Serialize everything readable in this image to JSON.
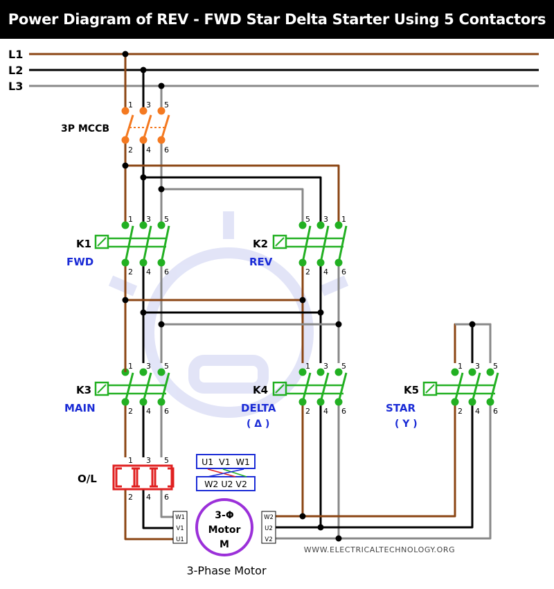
{
  "title": "Power Diagram of REV - FWD Star Delta Starter Using 5 Contactors",
  "lines": [
    "L1",
    "L2",
    "L3"
  ],
  "mccb_label": "3P MCCB",
  "contactors": [
    {
      "id": "K1",
      "name": "FWD"
    },
    {
      "id": "K2",
      "name": "REV"
    },
    {
      "id": "K3",
      "name": "MAIN"
    },
    {
      "id": "K4",
      "name": "DELTA",
      "symbol": "( Δ )"
    },
    {
      "id": "K5",
      "name": "STAR",
      "symbol": "( Y )"
    }
  ],
  "overload_label": "O/L",
  "terminal_numbers": {
    "top": [
      "1",
      "3",
      "5"
    ],
    "bottom": [
      "2",
      "4",
      "6"
    ],
    "rev_top": [
      "5",
      "3",
      "1"
    ]
  },
  "motor": {
    "phase": "3-Φ",
    "word": "Motor",
    "letter": "M",
    "caption": "3-Phase Motor",
    "left_terminals": [
      "W1",
      "V1",
      "U1"
    ],
    "right_terminals": [
      "W2",
      "U2",
      "V2"
    ]
  },
  "terminal_box": {
    "top": "U1  V1  W1",
    "bottom": "W2 U2 V2"
  },
  "watermark": "WWW.ELECTRICALTECHNOLOGY.ORG",
  "colors": {
    "L1": "#8B4513",
    "L2": "#000000",
    "L3": "#888888",
    "mccb": "#F47920",
    "contactor": "#22B022",
    "overload": "#E02020",
    "label_blue": "#1A2BD6",
    "motor": "#9B30D9"
  }
}
